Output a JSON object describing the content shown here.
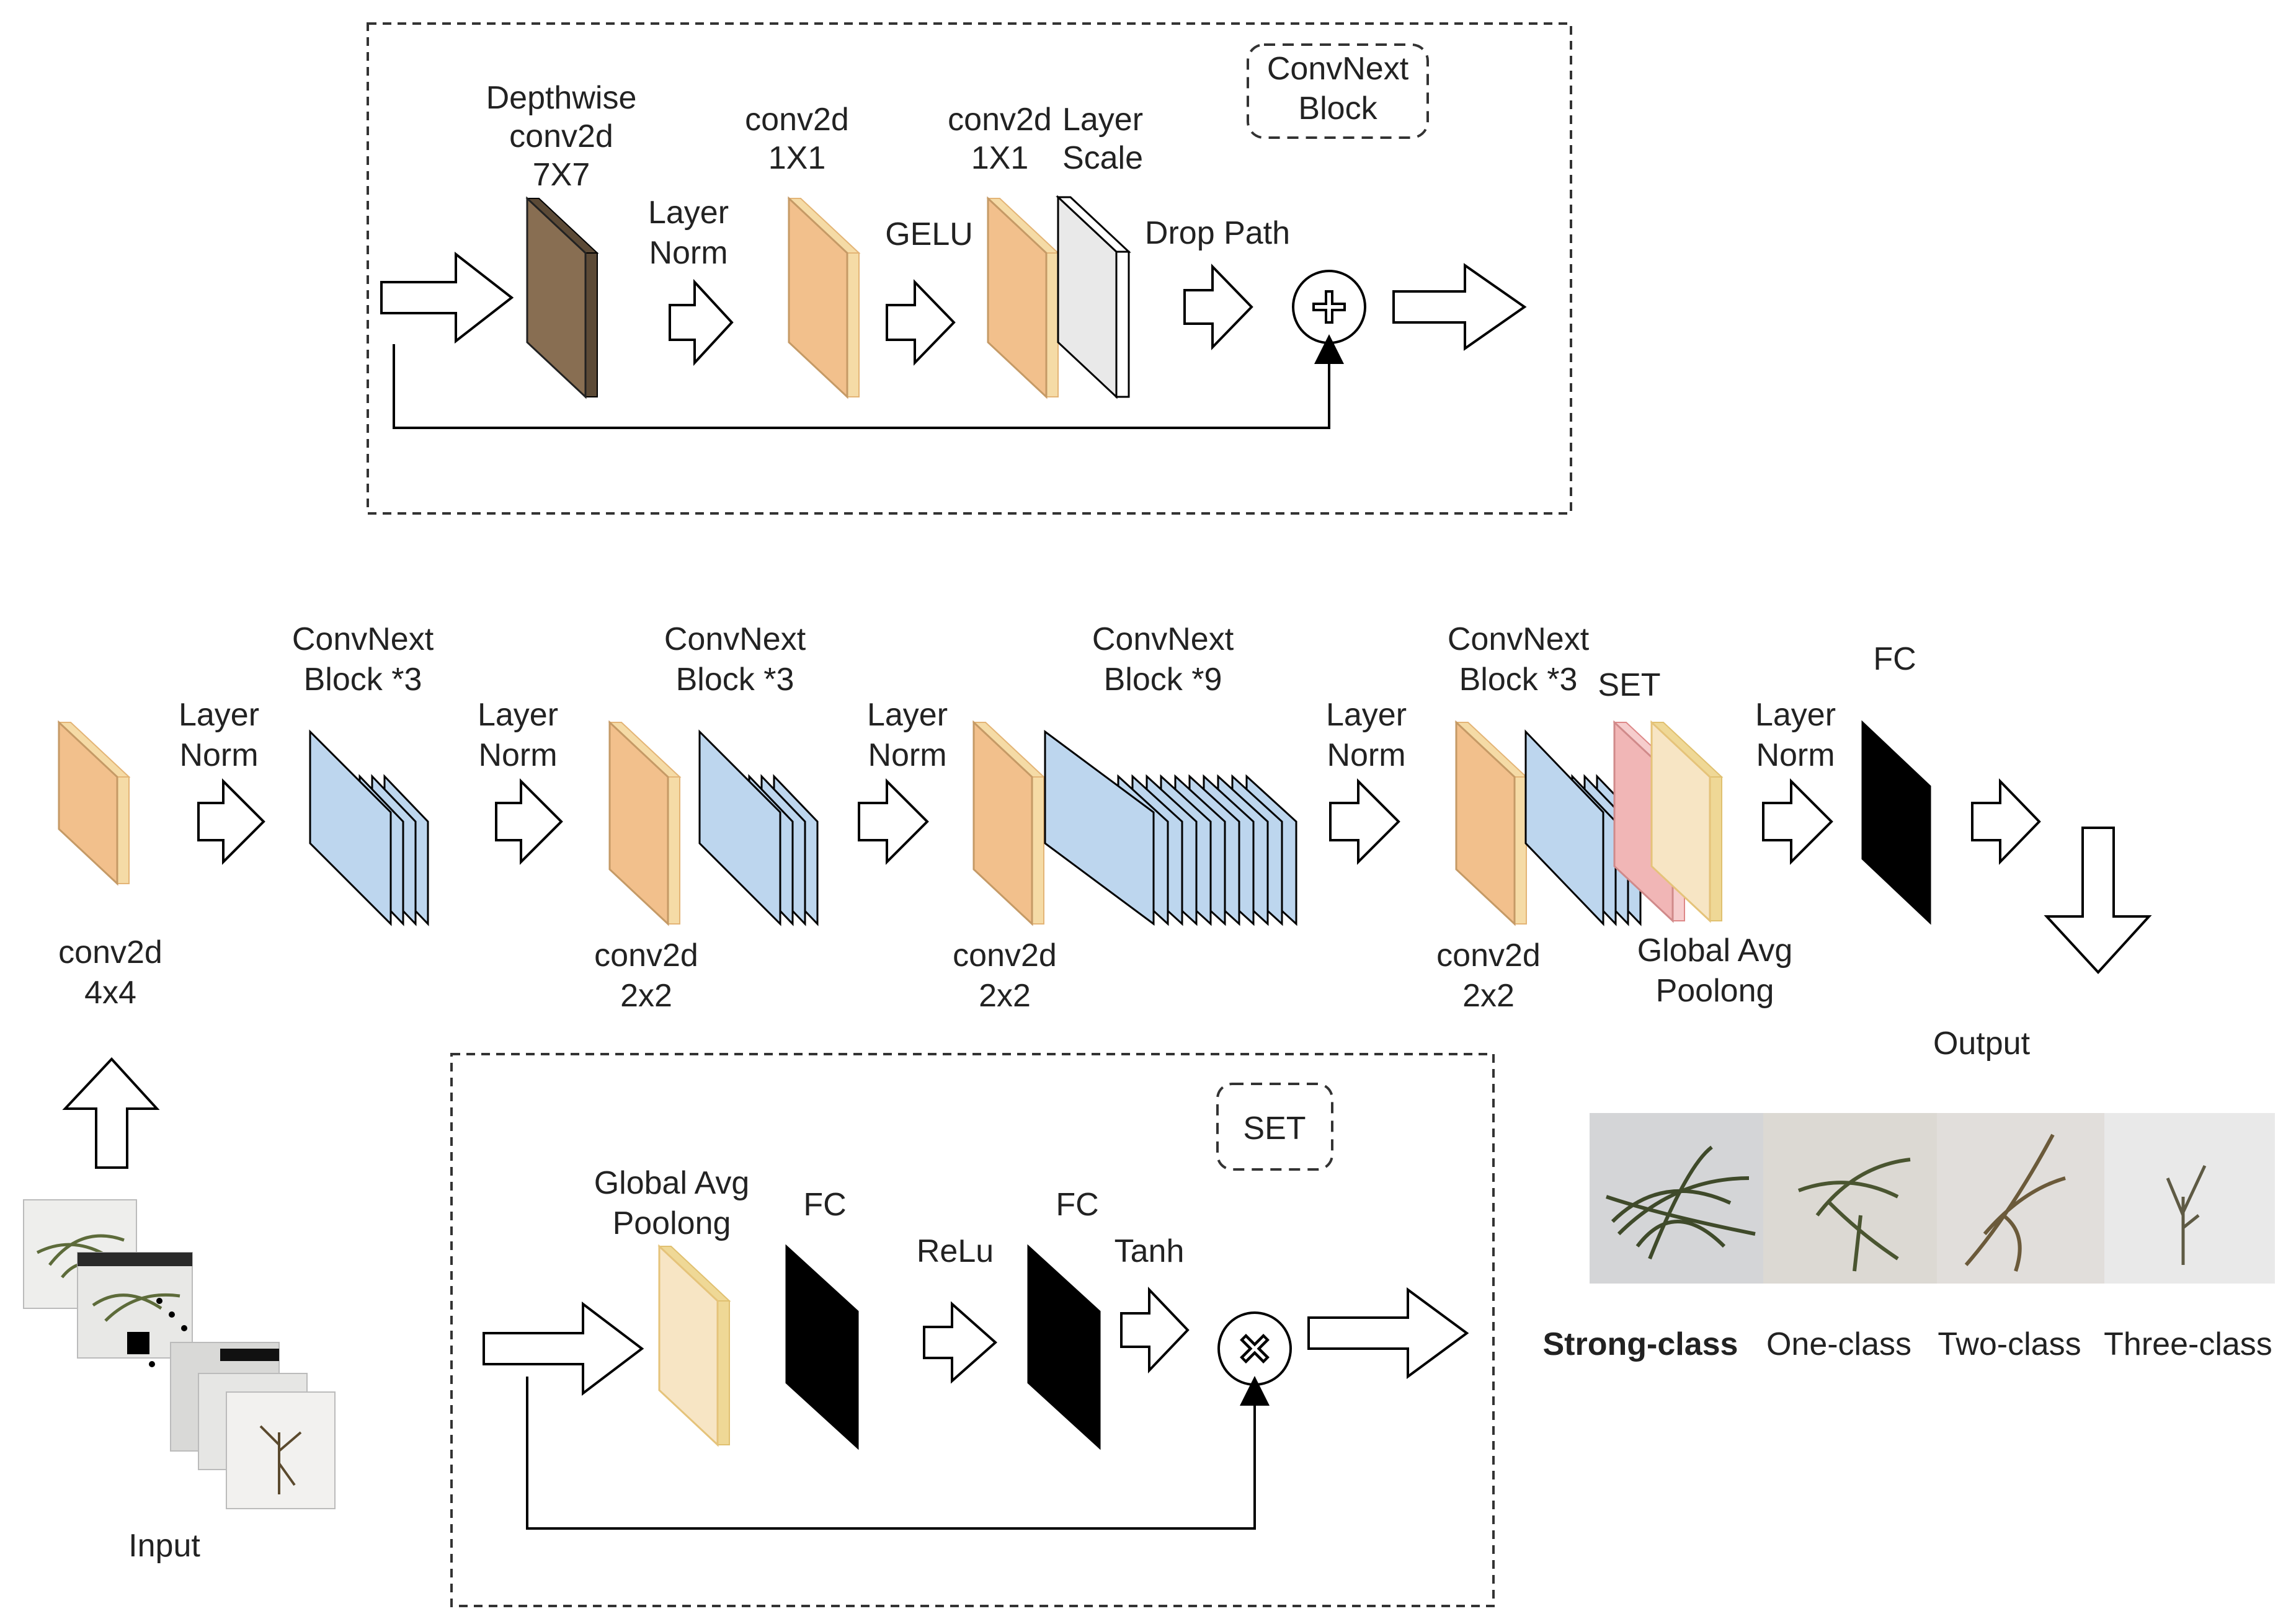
{
  "colors": {
    "conv": "#f2c08c",
    "conv_edge": "#e3b476",
    "conv_side": "#f5dba6",
    "depthwise": "#886e52",
    "depthwise_side": "#5c4a36",
    "block": "#bdd6ee",
    "block_side": "#d8e7f6",
    "layer_scale": "#e9e9e9",
    "pool": "#f7e5c4",
    "pool_side": "#efd896",
    "set_red": "#f1b6b6",
    "fc": "#000000",
    "line": "#000000"
  },
  "convnext_block": {
    "tag": [
      "ConvNext",
      "Block"
    ],
    "depthwise": [
      "Depthwise",
      "conv2d",
      "7X7"
    ],
    "layer_norm": [
      "Layer",
      "Norm"
    ],
    "conv1": [
      "conv2d",
      "1X1"
    ],
    "gelu": "GELU",
    "conv2": [
      "conv2d",
      "1X1"
    ],
    "layer_scale": [
      "Layer",
      "Scale"
    ],
    "drop_path": "Drop Path"
  },
  "main_pipeline": {
    "stem": [
      "conv2d",
      "4x4"
    ],
    "norm": [
      "Layer",
      "Norm"
    ],
    "stage1": [
      "ConvNext",
      "Block *3"
    ],
    "down1": [
      "conv2d",
      "2x2"
    ],
    "stage2": [
      "ConvNext",
      "Block *3"
    ],
    "down2": [
      "conv2d",
      "2x2"
    ],
    "stage3": [
      "ConvNext",
      "Block *9"
    ],
    "down3": [
      "conv2d",
      "2x2"
    ],
    "stage4": [
      "ConvNext",
      "Block *3"
    ],
    "set": "SET",
    "gap": [
      "Global Avg",
      "Poolong"
    ],
    "fc": "FC",
    "output": "Output",
    "input": "Input"
  },
  "set_block": {
    "tag": "SET",
    "gap": [
      "Global Avg",
      "Poolong"
    ],
    "fc1": "FC",
    "relu": "ReLu",
    "fc2": "FC",
    "tanh": "Tanh"
  },
  "classes": [
    "Strong-class",
    "One-class",
    "Two-class",
    "Three-class"
  ]
}
